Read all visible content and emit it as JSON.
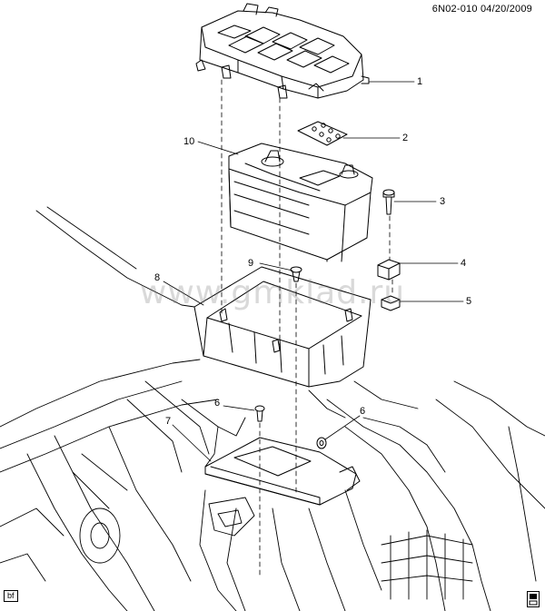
{
  "header": {
    "code": "6N02-010",
    "date": "04/20/2009"
  },
  "watermark": {
    "text": "www.gmklad.ru"
  },
  "callouts": {
    "c1": "1",
    "c2": "2",
    "c3": "3",
    "c4": "4",
    "c5": "5",
    "c6a": "6",
    "c6b": "6",
    "c7": "7",
    "c8": "8",
    "c9": "9",
    "c10": "10"
  },
  "footer": {
    "code": "bf"
  },
  "icons": {
    "view": "vehicle-view-icon"
  },
  "colors": {
    "line": "#000000",
    "watermark": "#808080"
  }
}
